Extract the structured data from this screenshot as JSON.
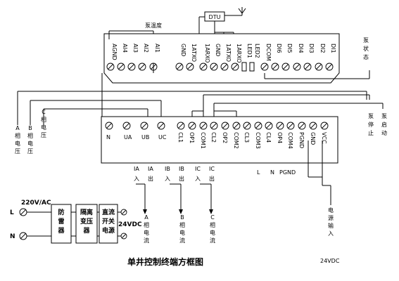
{
  "dtu": {
    "label": "DTU"
  },
  "annotations": {
    "pump_temp": "泵温度",
    "pump_state": [
      "泵",
      "状",
      "态"
    ],
    "pump_stop": [
      "泵",
      "停",
      "止"
    ],
    "pump_start": [
      "泵",
      "启",
      "动"
    ],
    "a_volt": [
      "A",
      "相",
      "电",
      "压"
    ],
    "b_volt": [
      "B",
      "相",
      "电",
      "压"
    ],
    "c_volt": [
      "C",
      "相",
      "电",
      "压"
    ],
    "a_curr": [
      "A",
      "相",
      "电",
      "流"
    ],
    "b_curr": [
      "B",
      "相",
      "电",
      "流"
    ],
    "c_curr": [
      "C",
      "相",
      "电",
      "流"
    ],
    "power_in": [
      "电",
      "源",
      "输",
      "入"
    ],
    "in_1": "入",
    "out_1": "出",
    "in_2": "入",
    "out_2": "出",
    "in_3": "入",
    "out_3": "出"
  },
  "top_terminals": [
    "AGND",
    "AI4",
    "AI3",
    "AI2",
    "AI1",
    "GND",
    "1ATXO",
    "1ARXO",
    "GND",
    "1ATXO",
    "1ARXO",
    "LED1",
    "LED2",
    "DCOM",
    "DI6",
    "DI5",
    "DI4",
    "DI3",
    "DI2",
    "DI1"
  ],
  "bottom_terminals": [
    "N",
    "UA",
    "UB",
    "UC",
    "CL1",
    "OP1",
    "COM1",
    "CL2",
    "OP2",
    "COM2",
    "CL3",
    "COM3",
    "CL4",
    "OP4",
    "COM4",
    "PGND",
    "GND",
    "VCC"
  ],
  "ct_terminals": [
    "IA",
    "IA",
    "IB",
    "IB",
    "IC",
    "IC"
  ],
  "bottom_labels": {
    "l": "L",
    "n": "N",
    "pgnd": "PGND"
  },
  "power_chain": {
    "supply": "220V/AC",
    "l": "L",
    "n": "N",
    "block1": [
      "防",
      "雷",
      "器"
    ],
    "block2": [
      "隔离",
      "变压",
      "器"
    ],
    "block3": [
      "直流",
      "开关",
      "电源"
    ],
    "output": "24VDC"
  },
  "vcc_supply": "24VDC",
  "caption": "单井控制终端方框图"
}
